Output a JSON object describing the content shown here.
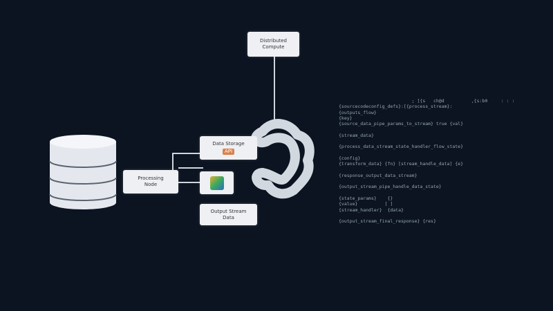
{
  "nodes": {
    "top": {
      "line1": "Distributed",
      "line2": "Compute"
    },
    "process": {
      "line1": "Processing",
      "line2": "Node"
    },
    "storage": {
      "line1": "Data Storage",
      "badge": "API"
    },
    "output": {
      "line1": "Output Stream",
      "line2": "Data"
    }
  },
  "code_lines": [
    "                           ; [{s   ch@d          ,{s:b0     : : :",
    "{sourcecodeconfig_defs}:[{process_stream}:",
    "{outputs_flow}",
    "{key}",
    "{source_data_pipe_params_to_stream} true {val}",
    "",
    "{stream_data}",
    "",
    "{process_data_stream_state_handler_flow_state}",
    "",
    "{config}",
    "{transform_data} {fn} [stream_handle_data] {e}",
    "",
    "{response_output_data_stream}",
    "",
    "{output_stream_pipe_handle_data_state}",
    "",
    "{state_params}    {}",
    "{value}          [ ]",
    "{stream_handler}  {data}",
    "",
    "{output_stream_final_response} {res}"
  ],
  "colors": {
    "background": "#0b1420",
    "box": "#eef0f3",
    "connector": "#cfd6de"
  }
}
